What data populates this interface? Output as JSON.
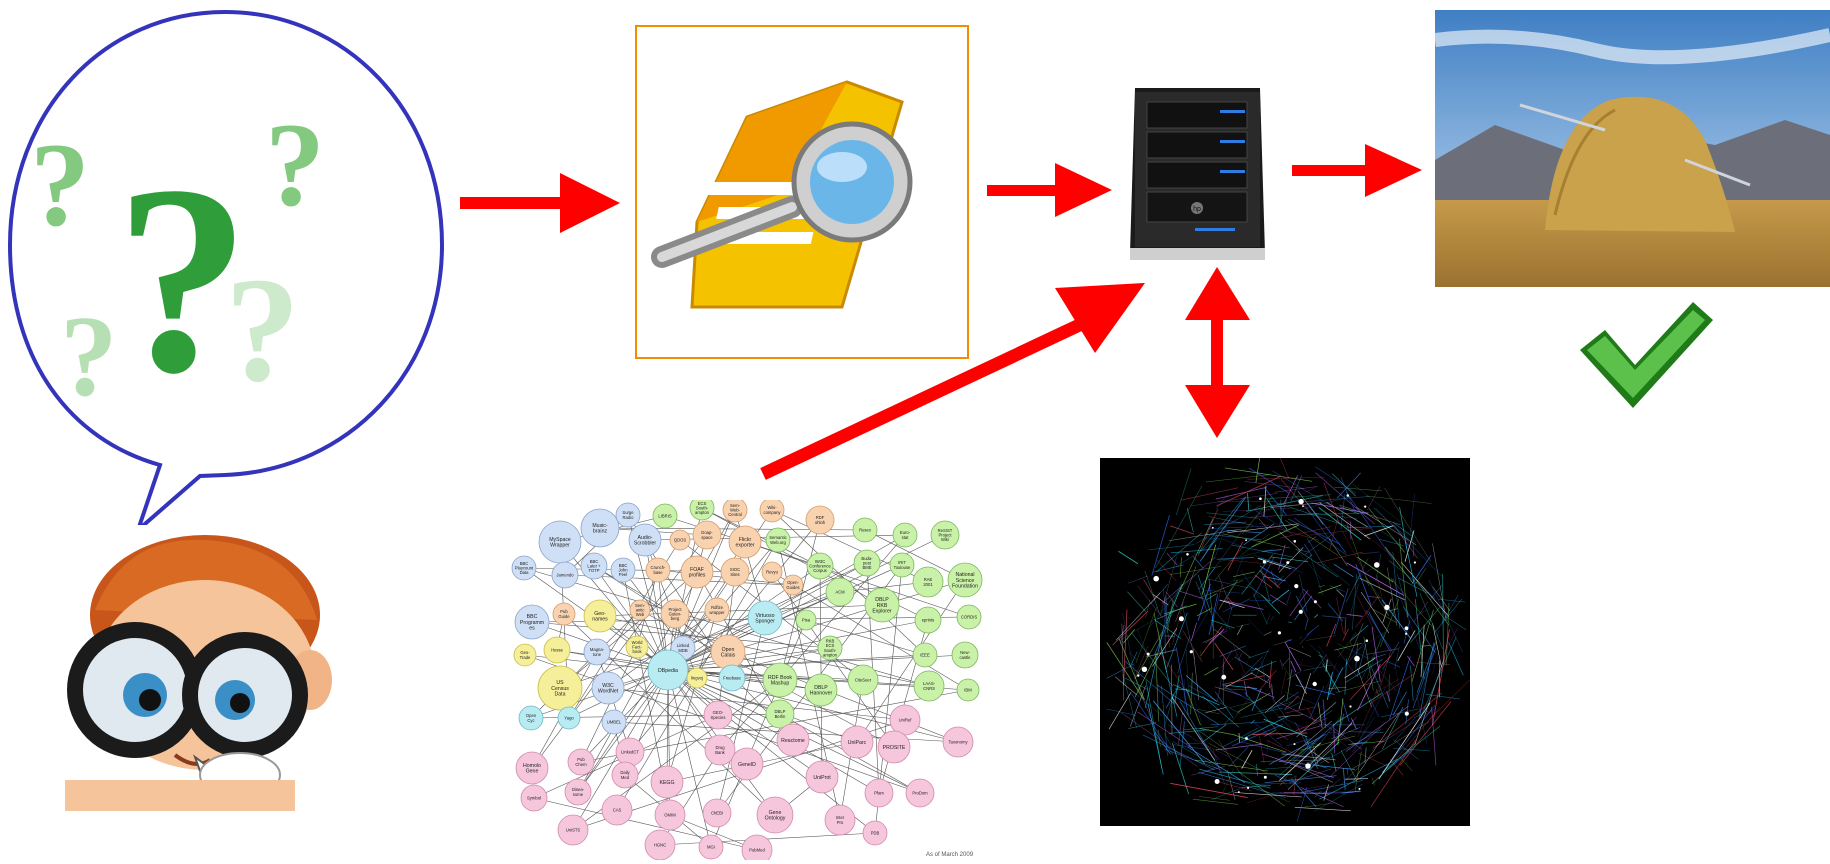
{
  "colors": {
    "arrow": "#ff0000",
    "bubble_border": "#3333bb",
    "search_frame": "#f28c00",
    "checkmark": "#3a9a2a",
    "lod_green": "#c9f2a8",
    "lod_blue": "#cfe0f6",
    "lod_orange": "#f9d3b0",
    "lod_pink": "#f6c6dc",
    "lod_cyan": "#b8ecf2",
    "lod_yellow": "#f6ef9a"
  },
  "icons": {
    "question": "question-marks-icon",
    "search_doc": "document-search-icon",
    "server": "server-icon",
    "check": "checkmark-icon",
    "needle_haystack": "haystack-image",
    "web_graph": "internet-map-image",
    "person": "curious-boy-figure"
  },
  "server": {
    "brand": "hp"
  },
  "lod_cloud": {
    "date_note": "As of March 2009",
    "nodes": [
      {
        "label": "MySpace\nWrapper",
        "color": "blue"
      },
      {
        "label": "Music-\nbrainz",
        "color": "blue"
      },
      {
        "label": "Surge\nRadio",
        "color": "blue"
      },
      {
        "label": "LIBRIS",
        "color": "green"
      },
      {
        "label": "ECS\nSouth-\nampton",
        "color": "green"
      },
      {
        "label": "Sem-\nWeb-\nCentral",
        "color": "orange"
      },
      {
        "label": "Wiki-\ncompany",
        "color": "orange"
      },
      {
        "label": "RDF\nohloh",
        "color": "orange"
      },
      {
        "label": "Audio-\nScrobbler",
        "color": "blue"
      },
      {
        "label": "QDOS",
        "color": "orange"
      },
      {
        "label": "Doap-\nspace",
        "color": "orange"
      },
      {
        "label": "Flickr\nexporter",
        "color": "orange"
      },
      {
        "label": "Semantic\nWeb.org",
        "color": "green"
      },
      {
        "label": "Resex",
        "color": "green"
      },
      {
        "label": "Euro-\nstat",
        "color": "green"
      },
      {
        "label": "ReSIST\nProject\nWiki",
        "color": "green"
      },
      {
        "label": "BBC\nPlaycount\nData",
        "color": "blue"
      },
      {
        "label": "Jamendo",
        "color": "blue"
      },
      {
        "label": "BBC\nLater +\nTOTP",
        "color": "blue"
      },
      {
        "label": "BBC\nJohn\nPeel",
        "color": "blue"
      },
      {
        "label": "Crunch-\nbase",
        "color": "orange"
      },
      {
        "label": "FOAF\nprofiles",
        "color": "orange"
      },
      {
        "label": "SIOC\nSites",
        "color": "orange"
      },
      {
        "label": "Revyu",
        "color": "orange"
      },
      {
        "label": "IW3C\nConference\nCorpus",
        "color": "green"
      },
      {
        "label": "Buda-\npest\nBME",
        "color": "green"
      },
      {
        "label": "IRIT\nToulouse",
        "color": "green"
      },
      {
        "label": "RAE\n2001",
        "color": "green"
      },
      {
        "label": "National\nScience\nFoundation",
        "color": "green"
      },
      {
        "label": "Open-\nGuides",
        "color": "orange"
      },
      {
        "label": "ACM",
        "color": "green"
      },
      {
        "label": "DBLP\nRKB\nExplorer",
        "color": "green"
      },
      {
        "label": "BBC\nProgramm\nes",
        "color": "blue"
      },
      {
        "label": "Pub\nGuide",
        "color": "orange"
      },
      {
        "label": "Geo-\nnames",
        "color": "yellow"
      },
      {
        "label": "Sem-\nantic\nWeb",
        "color": "orange"
      },
      {
        "label": "Project\nGuten-\nberg",
        "color": "orange"
      },
      {
        "label": "Rdfize\nwrapper",
        "color": "orange"
      },
      {
        "label": "Virtuoso\nSponger",
        "color": "cyan"
      },
      {
        "label": "Pisa",
        "color": "green"
      },
      {
        "label": "eprints",
        "color": "green"
      },
      {
        "label": "CORDIS",
        "color": "green"
      },
      {
        "label": "Open\nCalais",
        "color": "orange"
      },
      {
        "label": "Linked\nMDB",
        "color": "blue"
      },
      {
        "label": "RKB\nECS\nSouth-\nampton",
        "color": "green"
      },
      {
        "label": "IEEE",
        "color": "green"
      },
      {
        "label": "New-\ncastle",
        "color": "green"
      },
      {
        "label": "Geo-\nTrade",
        "color": "yellow"
      },
      {
        "label": "Hesse",
        "color": "yellow"
      },
      {
        "label": "Magna-\ntune",
        "color": "blue"
      },
      {
        "label": "World\nFact-\nbook",
        "color": "yellow"
      },
      {
        "label": "DBpedia",
        "color": "cyan"
      },
      {
        "label": "RDF Book\nMashup",
        "color": "green"
      },
      {
        "label": "Freebase",
        "color": "cyan"
      },
      {
        "label": "CiteSeer",
        "color": "green"
      },
      {
        "label": "LAAS-\nCNRS",
        "color": "green"
      },
      {
        "label": "IBM",
        "color": "green"
      },
      {
        "label": "US\nCensus\nData",
        "color": "yellow"
      },
      {
        "label": "W3C\nWordNet",
        "color": "blue"
      },
      {
        "label": "lingvoj",
        "color": "yellow"
      },
      {
        "label": "DBLP\nHannover",
        "color": "green"
      },
      {
        "label": "UniRef",
        "color": "pink"
      },
      {
        "label": "Open\nCyc",
        "color": "cyan"
      },
      {
        "label": "UMBEL",
        "color": "blue"
      },
      {
        "label": "GEO-\nSpecies",
        "color": "pink"
      },
      {
        "label": "DBLP\nBerlin",
        "color": "green"
      },
      {
        "label": "Yago",
        "color": "cyan"
      },
      {
        "label": "LinkedCT",
        "color": "pink"
      },
      {
        "label": "Drug\nBank",
        "color": "pink"
      },
      {
        "label": "Reactome",
        "color": "pink"
      },
      {
        "label": "UniParc",
        "color": "pink"
      },
      {
        "label": "PROSITE",
        "color": "pink"
      },
      {
        "label": "Taxonomy",
        "color": "pink"
      },
      {
        "label": "Homolo\nGene",
        "color": "pink"
      },
      {
        "label": "Pub\nChem",
        "color": "pink"
      },
      {
        "label": "Daily\nMed",
        "color": "pink"
      },
      {
        "label": "KEGG",
        "color": "pink"
      },
      {
        "label": "GeneID",
        "color": "pink"
      },
      {
        "label": "UniProt",
        "color": "pink"
      },
      {
        "label": "Symbol",
        "color": "pink"
      },
      {
        "label": "Disea-\nsome",
        "color": "pink"
      },
      {
        "label": "CAS",
        "color": "pink"
      },
      {
        "label": "OMIM",
        "color": "pink"
      },
      {
        "label": "ChEBI",
        "color": "pink"
      },
      {
        "label": "Gene\nOntology",
        "color": "pink"
      },
      {
        "label": "Pfam",
        "color": "pink"
      },
      {
        "label": "ProDom",
        "color": "pink"
      },
      {
        "label": "Inter\nPro",
        "color": "pink"
      },
      {
        "label": "UniSTS",
        "color": "pink"
      },
      {
        "label": "HGNC",
        "color": "pink"
      },
      {
        "label": "MGI",
        "color": "pink"
      },
      {
        "label": "PubMed",
        "color": "pink"
      },
      {
        "label": "PDB",
        "color": "pink"
      }
    ]
  }
}
